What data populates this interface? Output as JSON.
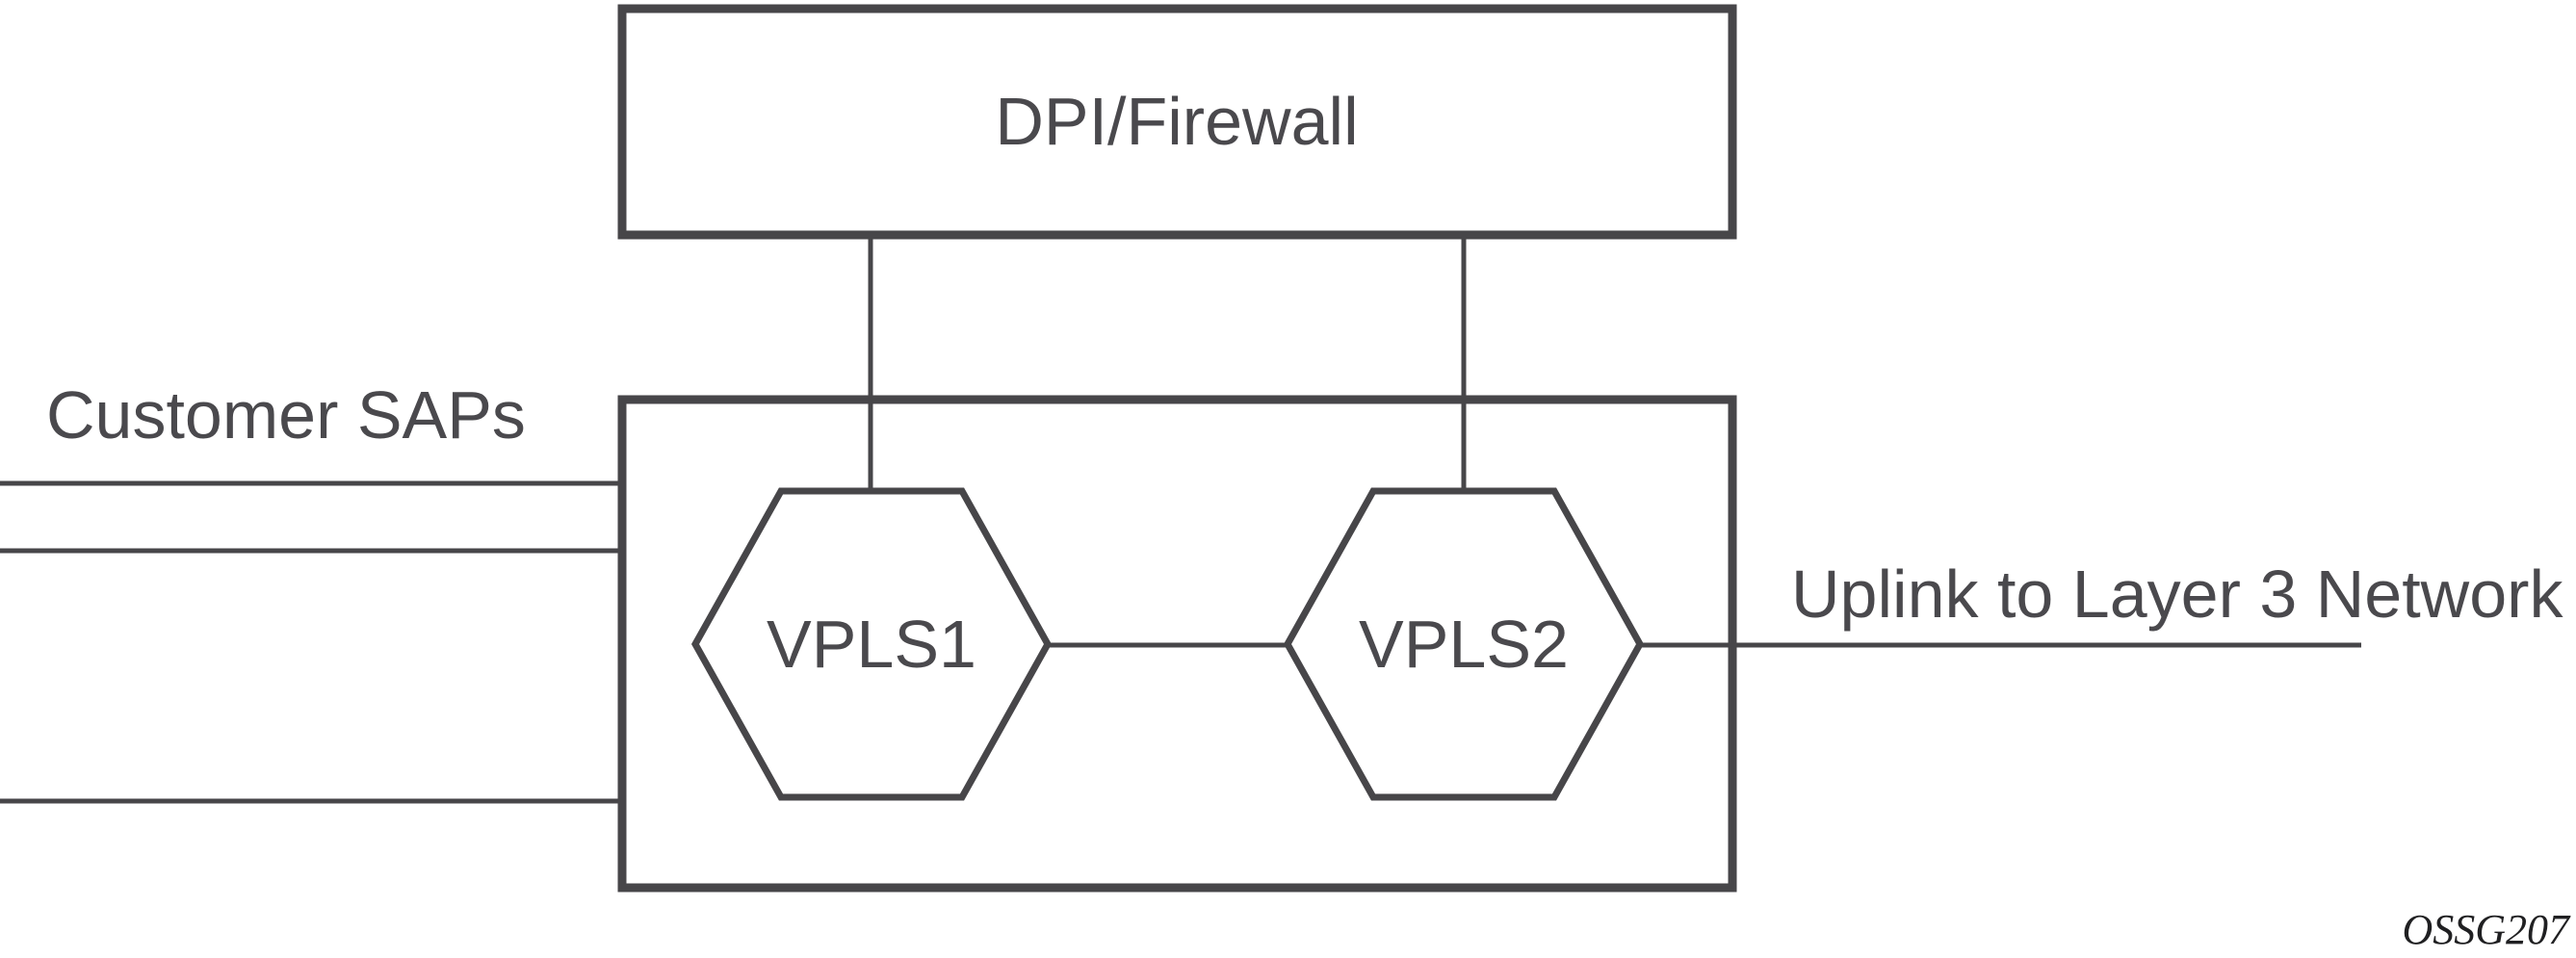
{
  "diagram": {
    "dpi_box_label": "DPI/Firewall",
    "vpls1_label": "VPLS1",
    "vpls2_label": "VPLS2",
    "customer_saps_label": "Customer SAPs",
    "uplink_label": "Uplink to Layer 3 Network",
    "figure_id": "OSSG207"
  },
  "colors": {
    "stroke": "#474649",
    "label_text": "#4a494d",
    "figure_id_text": "#202022",
    "background": "#ffffff"
  }
}
